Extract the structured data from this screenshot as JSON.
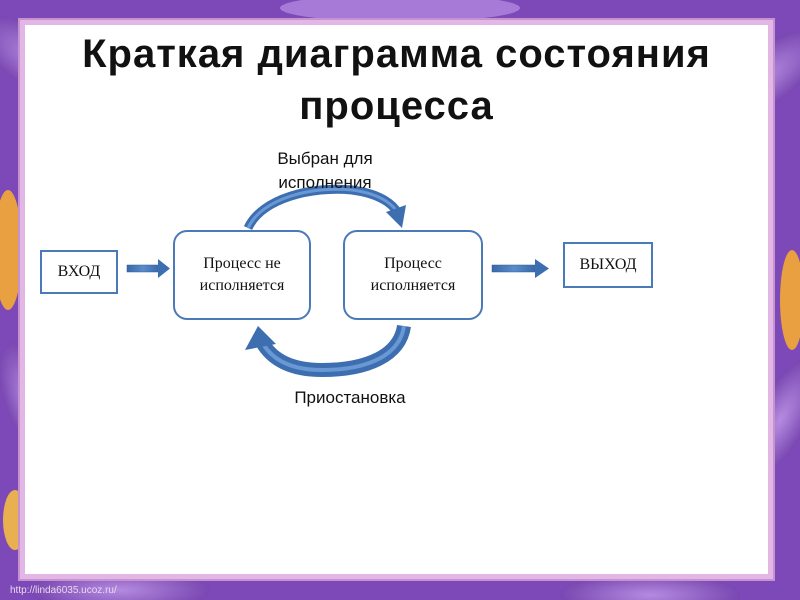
{
  "title": {
    "line1": "Краткая диаграмма состояния",
    "line2": "процесса"
  },
  "diagram": {
    "input_label": "ВХОД",
    "output_label": "ВЫХОД",
    "state_not_running": "Процесс не исполняется",
    "state_running": "Процесс исполняется",
    "transition_dispatch": "Выбран для исполнения",
    "transition_pause": "Приостановка"
  },
  "footer": {
    "url": "http://linda6035.ucoz.ru/"
  },
  "colors": {
    "background": "#8a52c4",
    "frame": "#e2b7e6",
    "box_border": "#4a7ab8",
    "arrow": "#3d6fb0"
  }
}
